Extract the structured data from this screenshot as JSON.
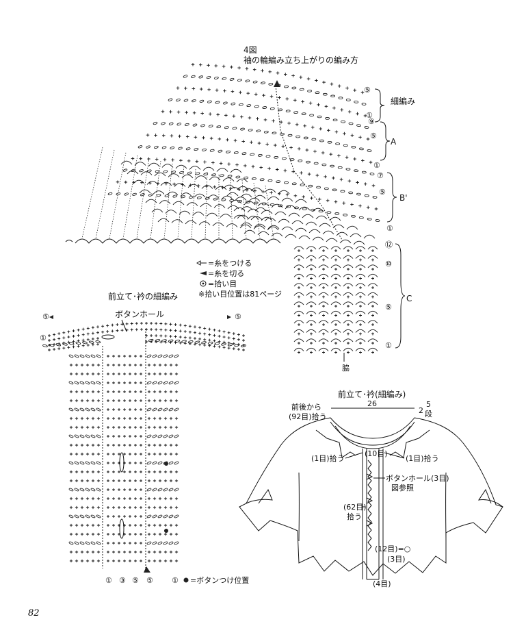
{
  "figure4": {
    "number": "4図",
    "title": "袖の輪編み立ち上がりの編み方",
    "band_labels": {
      "single_crochet": "細編み",
      "a": "A",
      "b": "B'",
      "c": "C"
    },
    "row_markers": {
      "top5": "⑤",
      "top1": "①",
      "a9": "⑨",
      "a5": "⑤",
      "a1": "①",
      "b7": "⑦",
      "b5": "⑤",
      "b1": "①",
      "c12": "⑫",
      "c10": "⑩",
      "c5": "⑤",
      "c1": "①"
    },
    "side_label": "脇"
  },
  "legend": {
    "attach": "=糸をつける",
    "cut": "=糸を切る",
    "pickup": "=拾い目",
    "pickup_note": "※拾い目位置は81ページ"
  },
  "front_chart": {
    "title": "前立て･衿の細編み",
    "buttonhole": "ボタンホール",
    "left_markers": {
      "r5": "⑤",
      "r1": "①"
    },
    "right_marker": "⑤",
    "bottom_markers": [
      "①",
      "③",
      "⑤",
      "⑤",
      "①"
    ],
    "button_note": "=ボタンつけ位置"
  },
  "schematic": {
    "title": "前立て･衿(細編み)",
    "width": "26",
    "rows_num": "5",
    "rows_prefix": "2",
    "rows_unit": "段",
    "back_pickup_1": "前後から",
    "back_pickup_2": "(92目)拾う",
    "pick1_left": "(1目)拾う",
    "pick10": "(10目)",
    "pick1_right": "(1目)拾う",
    "buttonhole_1": "ボタンホール(3目)",
    "buttonhole_2": "図参照",
    "pick62_1": "(62目)",
    "pick62_2": "拾う",
    "mark12": "(12目)=○",
    "mark3": "(3目)",
    "mark4": "(4目)"
  },
  "page_number": "82"
}
